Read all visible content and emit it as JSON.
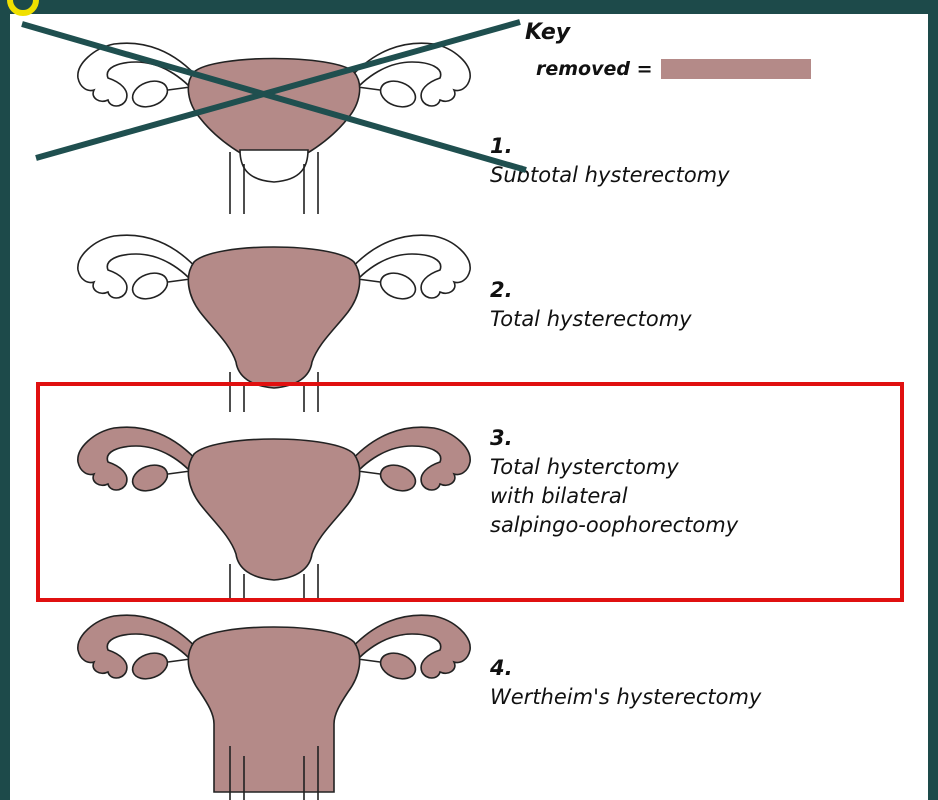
{
  "key": {
    "title": "Key",
    "removed_label": "removed ="
  },
  "procedures": [
    {
      "number": "1.",
      "lines": [
        "Subtotal hysterectomy"
      ]
    },
    {
      "number": "2.",
      "lines": [
        "Total hysterectomy"
      ]
    },
    {
      "number": "3.",
      "lines": [
        "Total hysterctomy",
        "with bilateral",
        "salpingo-oophorectomy"
      ]
    },
    {
      "number": "4.",
      "lines": [
        "Wertheim's hysterectomy"
      ]
    }
  ],
  "colors": {
    "removed": "#b48a88",
    "slide_background": "#1d4a4a",
    "cross_lines": "#1f4f4f",
    "highlight_border": "#e01010",
    "bullet": "#f0e000"
  }
}
